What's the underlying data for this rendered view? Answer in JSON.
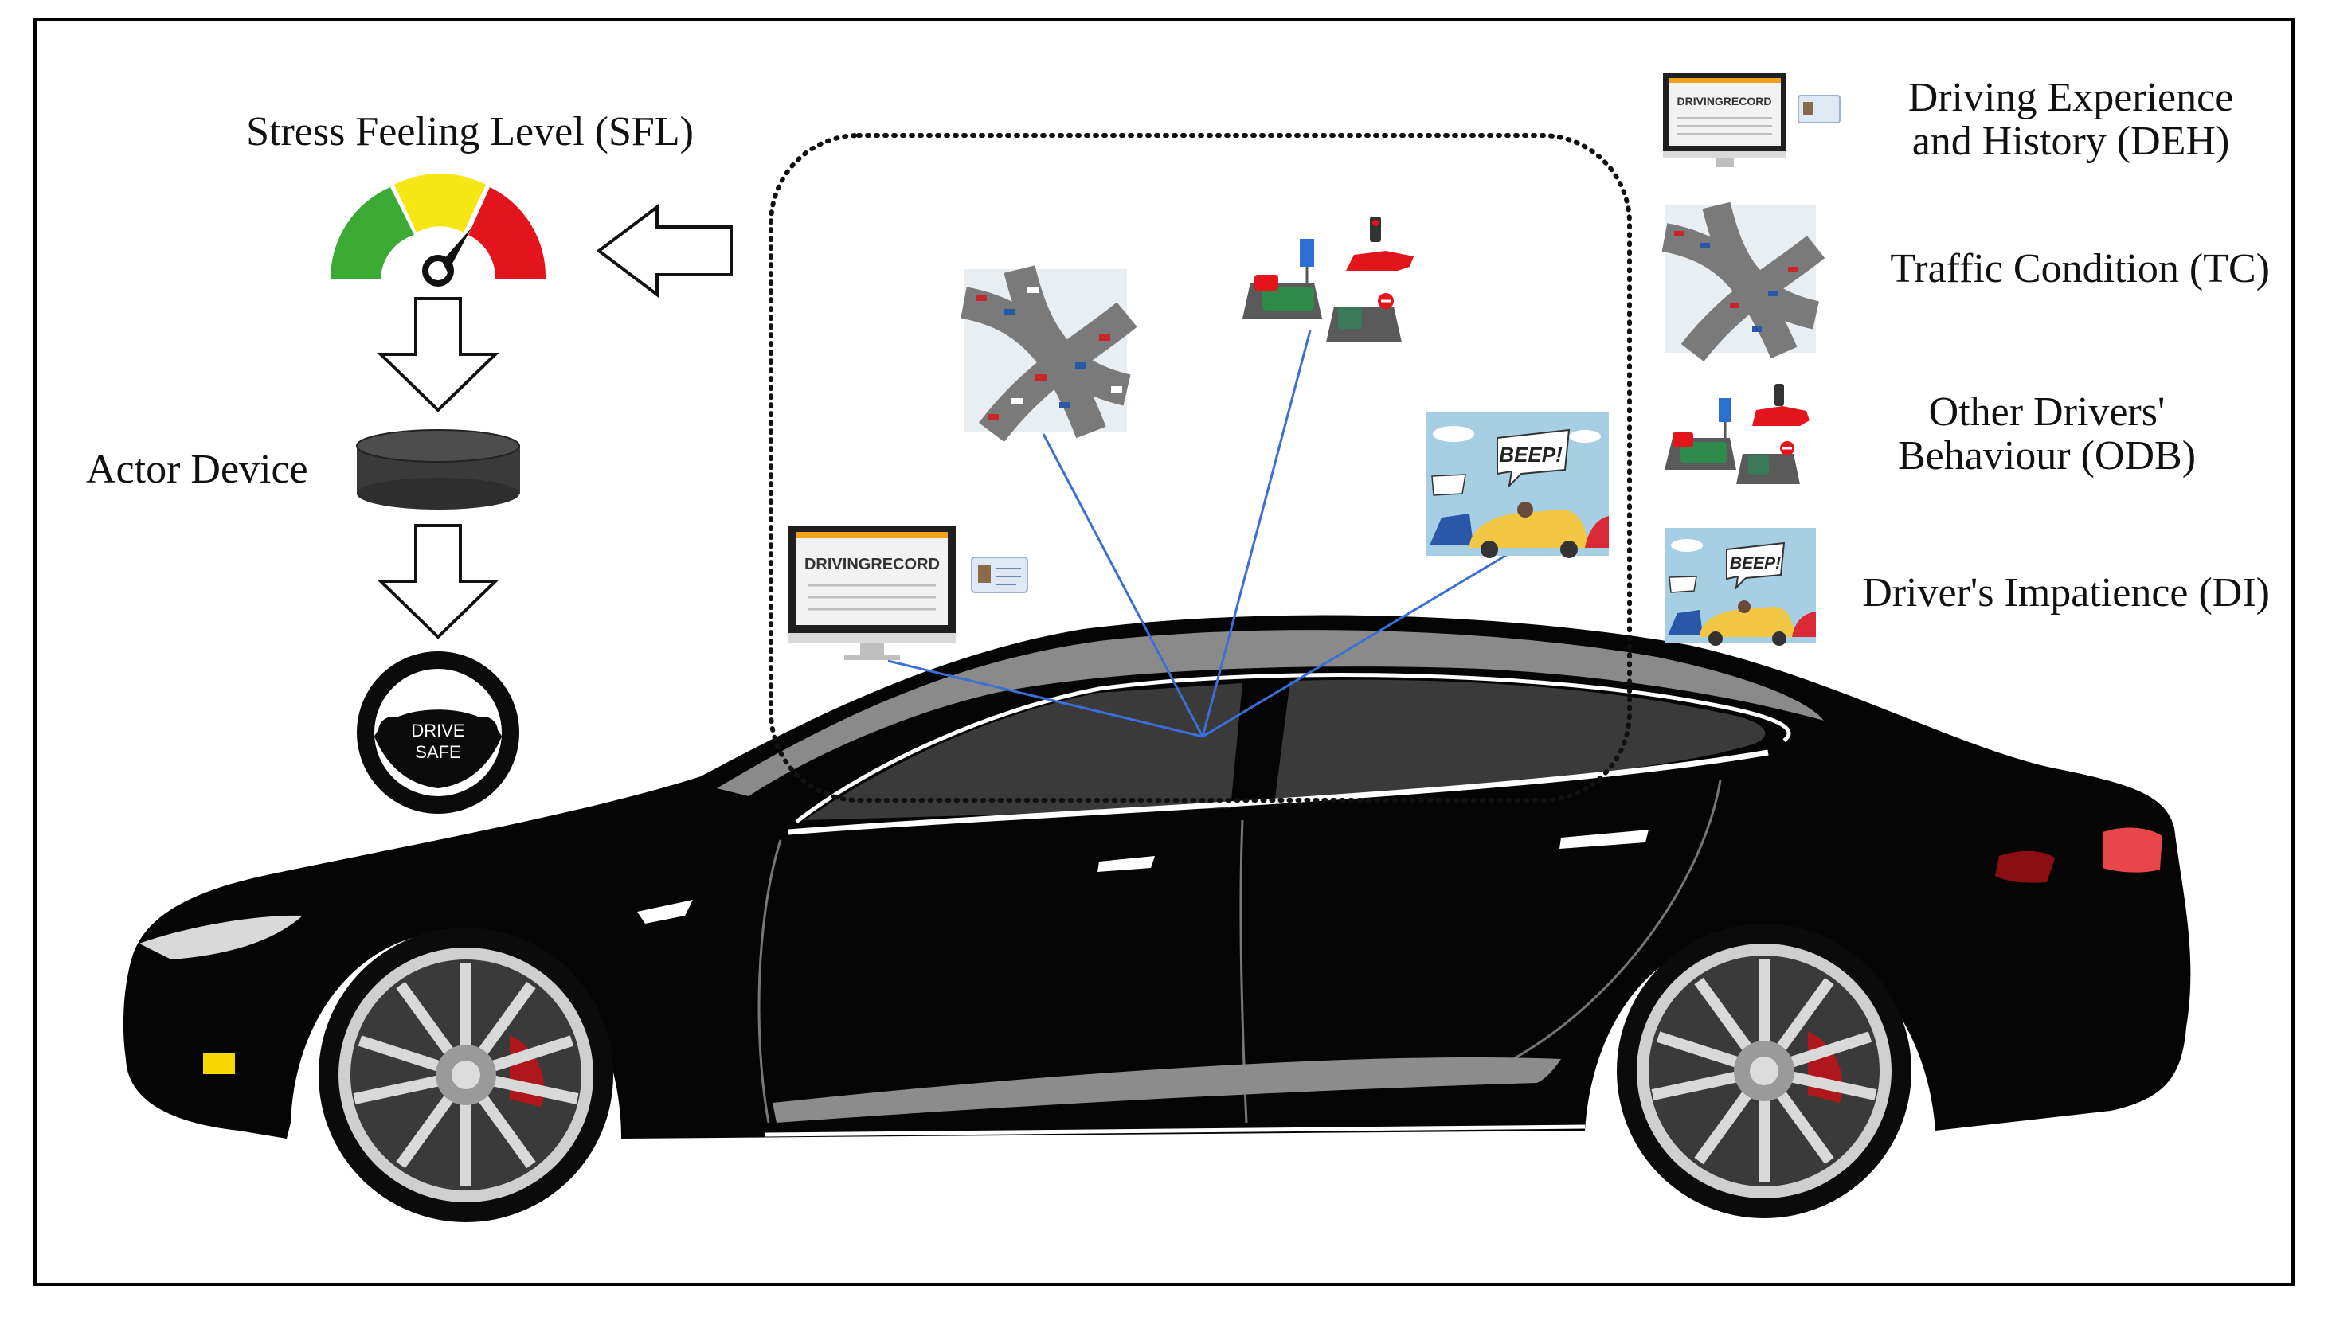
{
  "left_panel": {
    "sfl_label": "Stress Feeling Level (SFL)",
    "actor_label": "Actor Device",
    "wheel_line1": "DRIVE",
    "wheel_line2": "SAFE"
  },
  "legend": {
    "deh_line1": "Driving Experience",
    "deh_line2": "and History (DEH)",
    "tc": "Traffic Condition (TC)",
    "odb_line1": "Other Drivers'",
    "odb_line2": "Behaviour (ODB)",
    "di": "Driver's Impatience (DI)"
  },
  "icons": {
    "driving_record_text": "DRIVINGRECORD",
    "beep_text": "BEEP!",
    "icon_names": [
      "gauge-icon",
      "hollow-arrow-icon",
      "actor-device-icon",
      "steering-wheel-icon",
      "driving-record-icon",
      "traffic-jam-icon",
      "other-drivers-icon",
      "impatience-icon",
      "car-icon"
    ]
  },
  "colors": {
    "gauge_green": "#3aaa35",
    "gauge_yellow": "#f5e614",
    "gauge_red": "#e3141b",
    "connector_blue": "#3c6fd6",
    "car_body": "#050505"
  }
}
